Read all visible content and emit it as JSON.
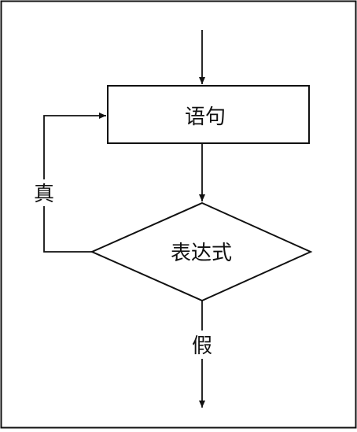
{
  "diagram": {
    "statement_label": "语句",
    "expression_label": "表达式",
    "true_label": "真",
    "false_label": "假"
  },
  "colors": {
    "stroke": "#111111",
    "background": "#ffffff"
  }
}
